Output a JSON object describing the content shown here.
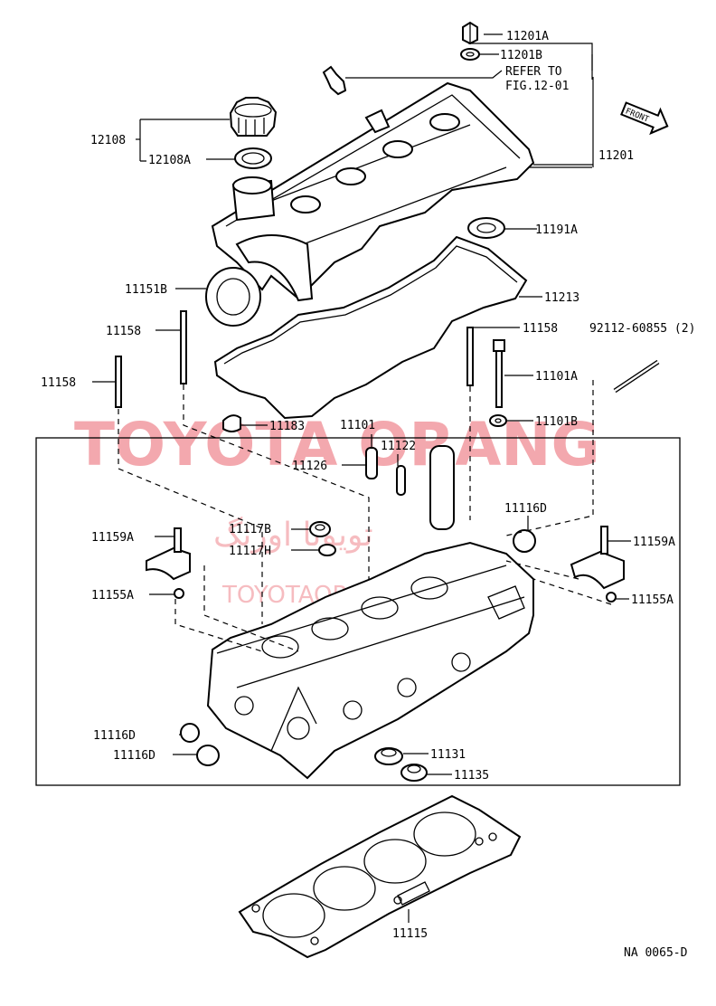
{
  "diagram": {
    "labels": {
      "p11201A": "11201A",
      "p11201B": "11201B",
      "refer_to_line1": "REFER TO",
      "refer_to_line2": "FIG.12-01",
      "front": "FRONT",
      "p11201": "11201",
      "p12108": "12108",
      "p12108A": "12108A",
      "p11191A": "11191A",
      "p11151B": "11151B",
      "p11213": "11213",
      "p11158_left": "11158",
      "p11158_right": "11158",
      "p92112": "92112-60855 (2)",
      "p11158_far_left": "11158",
      "p11101A": "11101A",
      "p11183": "11183",
      "p11101": "11101",
      "p11101B": "11101B",
      "p11122": "11122",
      "p11126": "11126",
      "p11116D_top": "11116D",
      "p11117B": "11117B",
      "p11117H": "11117H",
      "p11159A_left": "11159A",
      "p11159A_right": "11159A",
      "p11155A_left": "11155A",
      "p11155A_right": "11155A",
      "p11116D_a": "11116D",
      "p11116D_b": "11116D",
      "p11131": "11131",
      "p11135": "11135",
      "p11115": "11115",
      "figure_code": "NA  0065-D"
    },
    "watermark": {
      "main": "TOYOTA ORANG",
      "persian": "تويوتا اورنگ",
      "small": "TOYOTAORANG"
    }
  }
}
